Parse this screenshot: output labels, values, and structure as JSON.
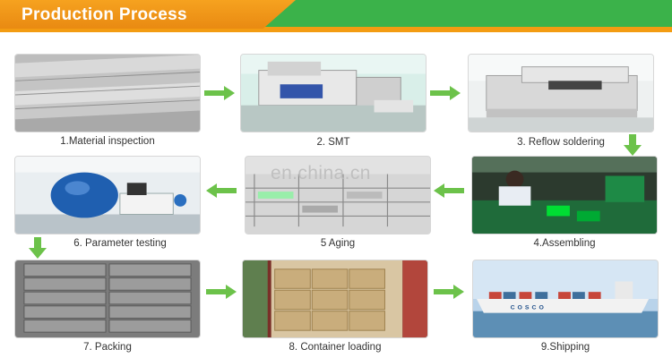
{
  "header": {
    "title": "Production Process"
  },
  "watermark": "en.china.cn",
  "steps": [
    {
      "caption": "1.Material inspection"
    },
    {
      "caption": "2. SMT"
    },
    {
      "caption": "3. Reflow soldering"
    },
    {
      "caption": "4.Assembling"
    },
    {
      "caption": "5 Aging"
    },
    {
      "caption": "6. Parameter testing"
    },
    {
      "caption": "7. Packing"
    },
    {
      "caption": "8. Container loading"
    },
    {
      "caption": "9.Shipping"
    }
  ],
  "ship_text": "COSCO",
  "colors": {
    "banner_orange": "#f39c12",
    "banner_green": "#3bb24a",
    "arrow_green": "#6cc24a"
  },
  "icons": [
    "arrow-right-icon",
    "arrow-left-icon",
    "arrow-down-icon"
  ]
}
